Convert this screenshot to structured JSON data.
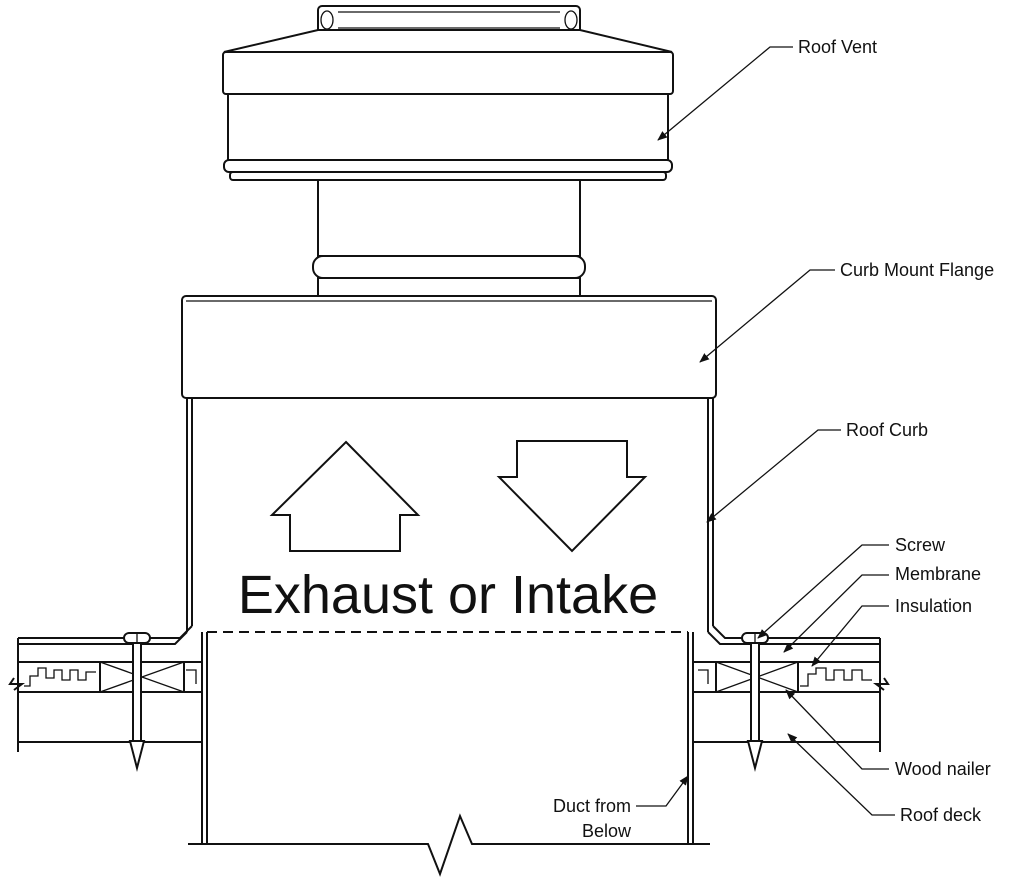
{
  "labels": {
    "roof_vent": "Roof Vent",
    "curb_mount_flange": "Curb Mount Flange",
    "roof_curb": "Roof Curb",
    "screw": "Screw",
    "membrane": "Membrane",
    "insulation": "Insulation",
    "wood_nailer": "Wood nailer",
    "roof_deck": "Roof deck",
    "duct_line1": "Duct from",
    "duct_line2": "Below"
  },
  "flow_text": "Exhaust or Intake"
}
